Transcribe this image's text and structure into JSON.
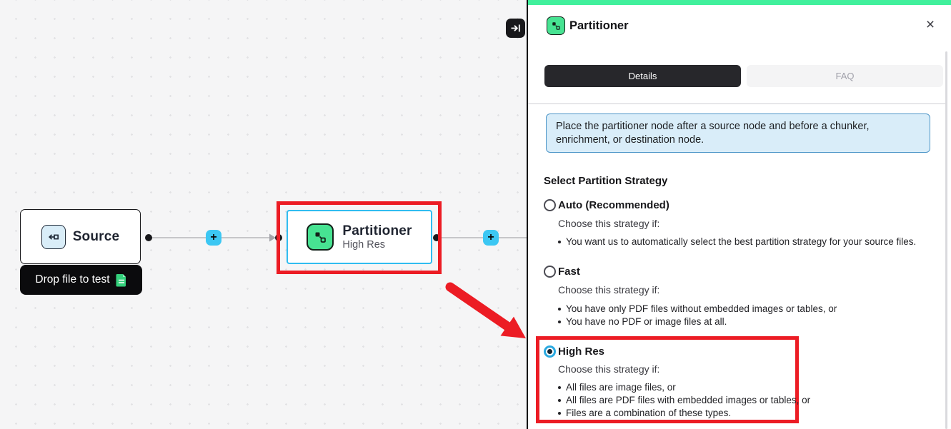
{
  "colors": {
    "red": "#ec1c24",
    "dark": "#18181b",
    "cyan": "#3cc7f3",
    "node-border": "#30bcf0",
    "green": "#41f09c",
    "node-green": "#47e392",
    "radio-ring": "#2aa9e0",
    "info-bg": "#d9edf9",
    "info-border": "#4e96c8",
    "tab-active": "#27272b"
  },
  "canvas": {
    "plus_label": "+",
    "source_node": {
      "title": "Source",
      "badge": "Drop file to test"
    },
    "partitioner_node": {
      "title": "Partitioner",
      "subtitle": "High Res"
    }
  },
  "panel": {
    "title": "Partitioner",
    "close_label": "×",
    "tabs": [
      {
        "label": "Details",
        "active": true
      },
      {
        "label": "FAQ",
        "active": false
      }
    ],
    "info": "Place the partitioner node after a source node and before a chunker, enrichment, or destination node.",
    "section_heading": "Select Partition Strategy",
    "options": [
      {
        "label": "Auto (Recommended)",
        "selected": false,
        "hint": "Choose this strategy if:",
        "bullets": [
          "You want us to automatically select the best partition strategy for your source files."
        ]
      },
      {
        "label": "Fast",
        "selected": false,
        "hint": "Choose this strategy if:",
        "bullets": [
          "You have only PDF files without embedded images or tables, or",
          "You have no PDF or image files at all."
        ]
      },
      {
        "label": "High Res",
        "selected": true,
        "hint": "Choose this strategy if:",
        "bullets": [
          "All files are image files, or",
          "All files are PDF files with embedded images or tables, or",
          "Files are a combination of these types."
        ]
      }
    ]
  }
}
